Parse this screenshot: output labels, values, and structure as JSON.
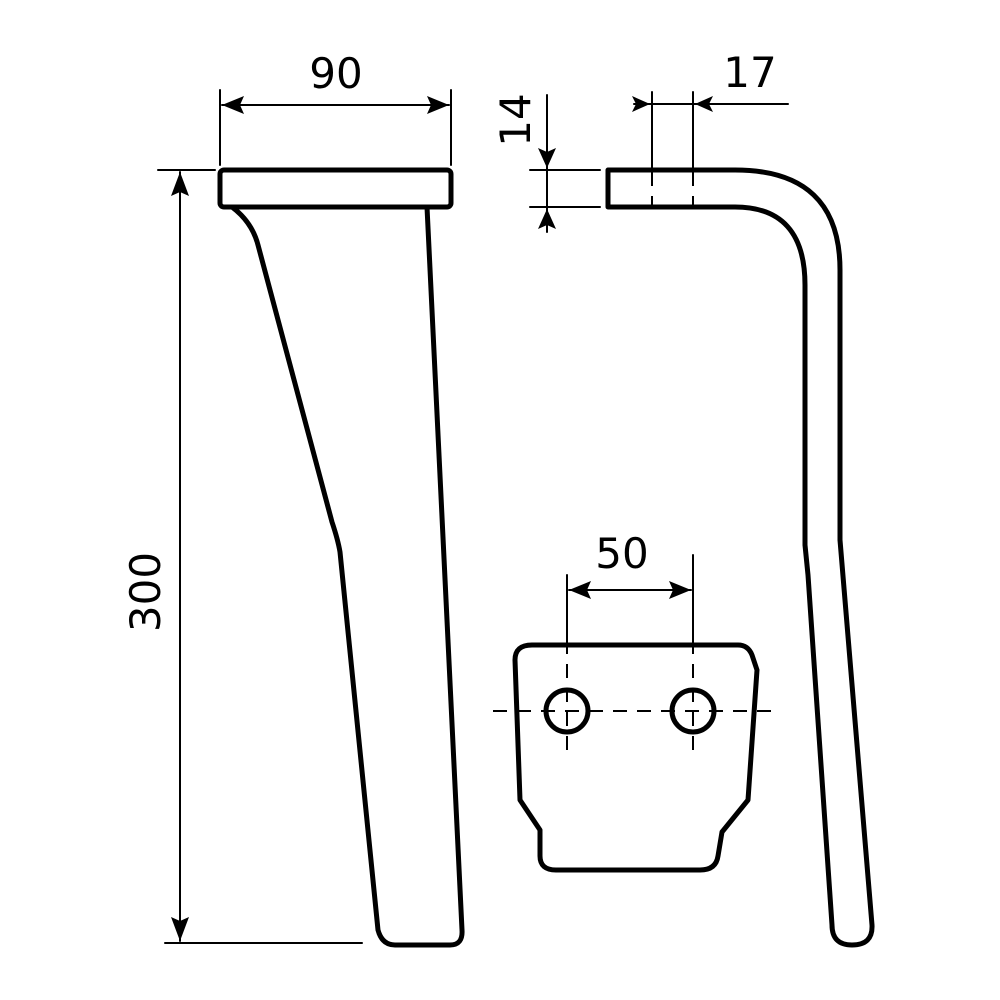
{
  "dimensions": {
    "top_width": "90",
    "overall_length": "300",
    "flange_thickness": "14",
    "hole_offset": "17",
    "hole_spacing": "50"
  },
  "colors": {
    "ink": "#000000",
    "paper": "#ffffff"
  }
}
